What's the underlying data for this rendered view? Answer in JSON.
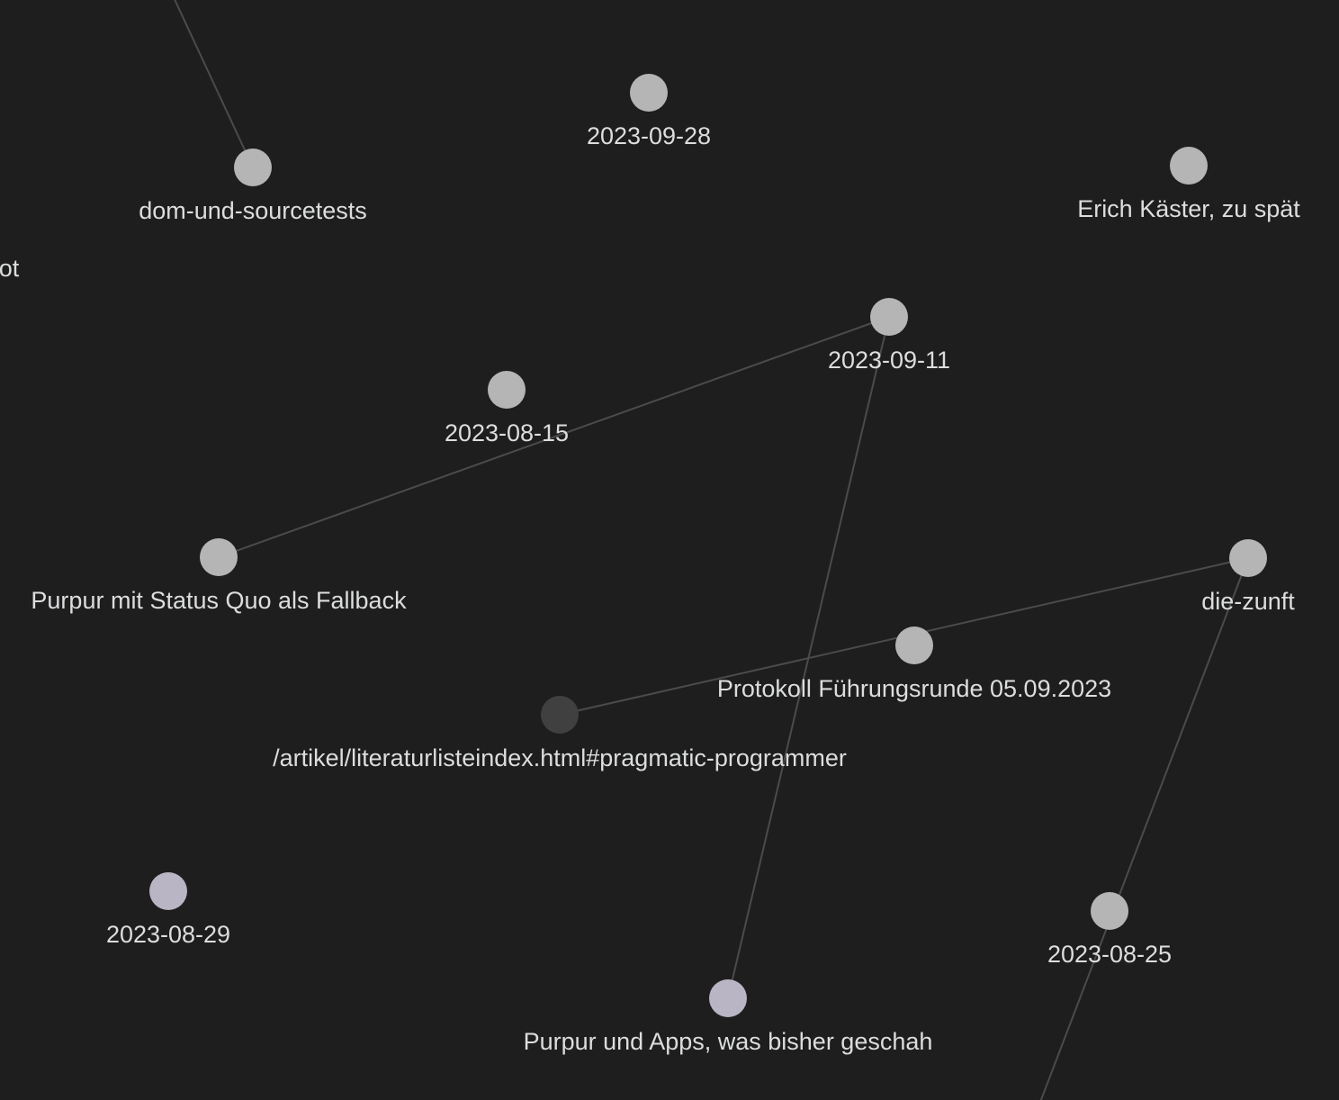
{
  "colors": {
    "background": "#1e1e1e",
    "edge": "#4b4b4b",
    "node_default": "#b5b5b5",
    "node_attachment": "#bab5c4",
    "node_unresolved": "#404040",
    "label": "#dcddde"
  },
  "nodes": [
    {
      "id": "dom-und-sourcetests",
      "label": "dom-und-sourcetests",
      "kind": "default"
    },
    {
      "id": "2023-09-28",
      "label": "2023-09-28",
      "kind": "default"
    },
    {
      "id": "erich-kaester",
      "label": "Erich Käster, zu spät",
      "kind": "default"
    },
    {
      "id": "offscreen-left",
      "label": "ot",
      "kind": "default"
    },
    {
      "id": "2023-09-11",
      "label": "2023-09-11",
      "kind": "default"
    },
    {
      "id": "2023-08-15",
      "label": "2023-08-15",
      "kind": "default"
    },
    {
      "id": "purpur-status-quo",
      "label": "Purpur mit Status Quo als Fallback",
      "kind": "default"
    },
    {
      "id": "die-zunft",
      "label": "die-zunft",
      "kind": "default"
    },
    {
      "id": "protokoll-fuehrungsrunde",
      "label": "Protokoll Führungsrunde 05.09.2023",
      "kind": "default"
    },
    {
      "id": "literaturliste",
      "label": "/artikel/literaturlisteindex.html#pragmatic-programmer",
      "kind": "unresolved"
    },
    {
      "id": "2023-08-29",
      "label": "2023-08-29",
      "kind": "attachment"
    },
    {
      "id": "2023-08-25",
      "label": "2023-08-25",
      "kind": "default"
    },
    {
      "id": "purpur-apps",
      "label": "Purpur und Apps, was bisher geschah",
      "kind": "attachment"
    }
  ],
  "edges": [
    {
      "from": "offscreen-top",
      "to": "dom-und-sourcetests"
    },
    {
      "from": "2023-09-11",
      "to": "purpur-status-quo"
    },
    {
      "from": "2023-09-11",
      "to": "purpur-apps"
    },
    {
      "from": "die-zunft",
      "to": "literaturliste"
    },
    {
      "from": "die-zunft",
      "to": "offscreen-bottom"
    }
  ]
}
